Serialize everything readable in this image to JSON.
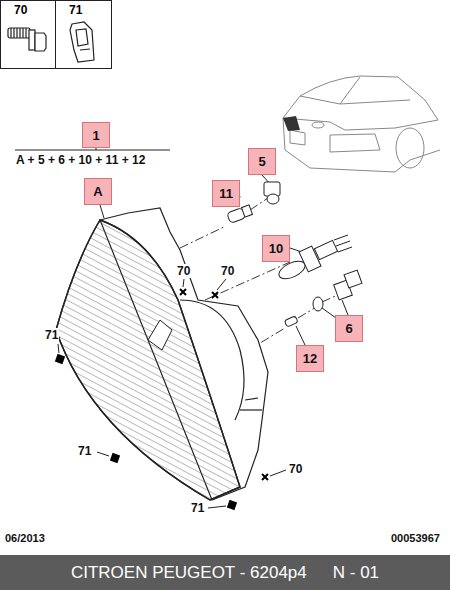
{
  "diagram": {
    "nodes": [
      {
        "text": [
          "70"
        ]
      },
      {
        "text": [
          "71"
        ]
      },
      {
        "text": [
          "1"
        ]
      },
      {
        "text": [
          "5"
        ]
      },
      {
        "text": [
          "A"
        ]
      },
      {
        "text": [
          "11"
        ]
      },
      {
        "text": [
          "10"
        ]
      },
      {
        "text": [
          "6"
        ]
      },
      {
        "text": [
          "12"
        ]
      },
      {
        "text": [
          "CITROEN PEUGEOT - 6204p4",
          "N - 01"
        ]
      }
    ],
    "labels": [
      "A + 5 + 6 + 10 + 11 + 12",
      "70",
      "70",
      "71",
      "70",
      "71",
      "71",
      "06/2013",
      "00053967"
    ]
  }
}
